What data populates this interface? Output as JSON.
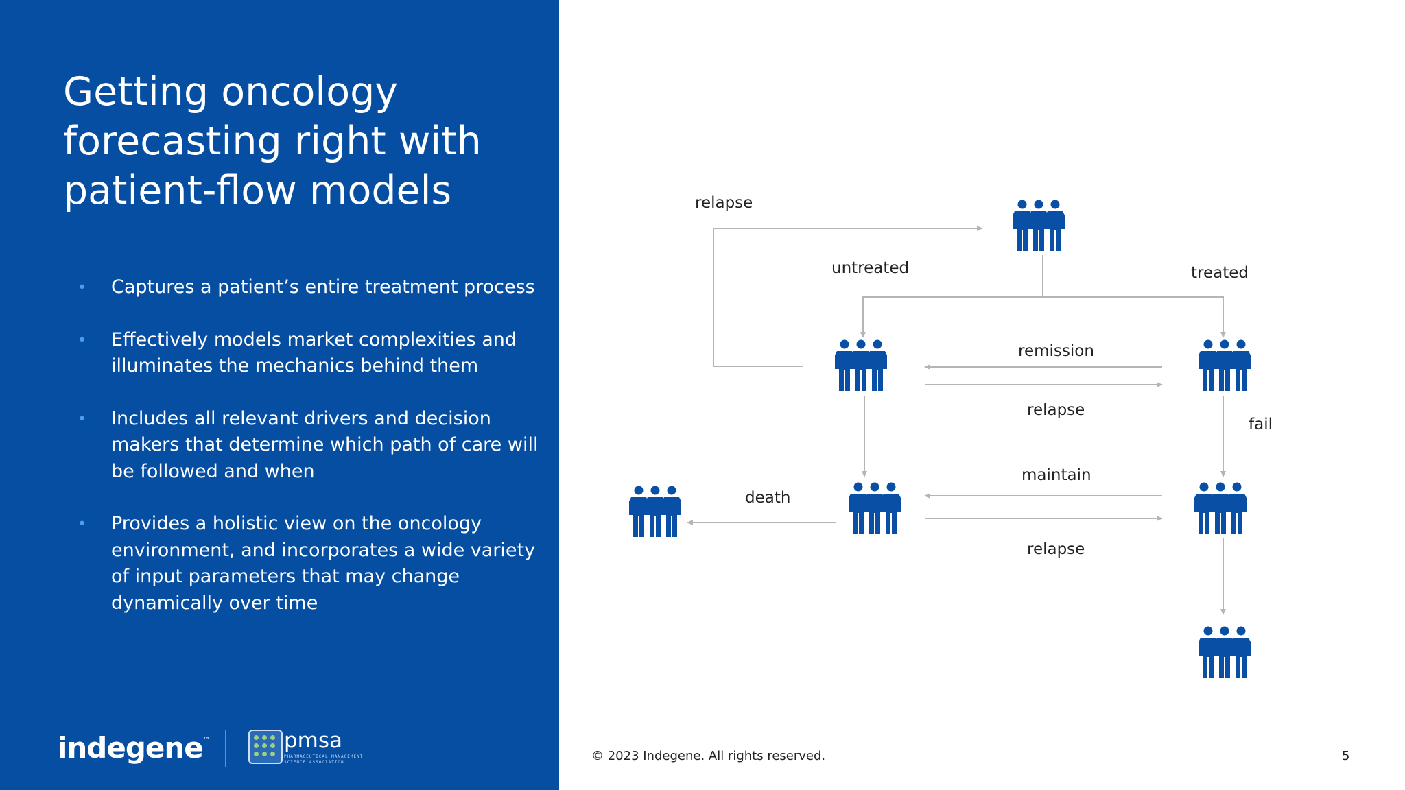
{
  "slide": {
    "title": "Getting oncology forecasting right with patient-flow models",
    "bullets": [
      "Captures a patient’s entire treatment process",
      "Effectively models market complexities and illuminates the mechanics behind them",
      "Includes all relevant drivers and decision makers that determine which path of care will be followed and when",
      "Provides a holistic view on the oncology environment, and incorporates a wide variety of input parameters that may change dynamically over time"
    ],
    "bullet_marker": "•",
    "footer": "© 2023 Indegene. All rights reserved.",
    "page_number": "5"
  },
  "logos": {
    "indegene": "indegene",
    "trademark": "™",
    "pmsa": "pmsa",
    "pmsa_tagline": "PHARMACEUTICAL MANAGEMENT SCIENCE ASSOCIATION"
  },
  "diagram": {
    "labels": {
      "relapse_top": "relapse",
      "untreated": "untreated",
      "treated": "treated",
      "remission": "remission",
      "relapse_mid": "relapse",
      "fail": "fail",
      "maintain": "maintain",
      "death": "death",
      "relapse_bottom": "relapse"
    },
    "icon": "people-group-icon",
    "colors": {
      "icon": "#0a4fa6",
      "arrow": "#b5b5b5",
      "panel": "#064ea2"
    }
  }
}
